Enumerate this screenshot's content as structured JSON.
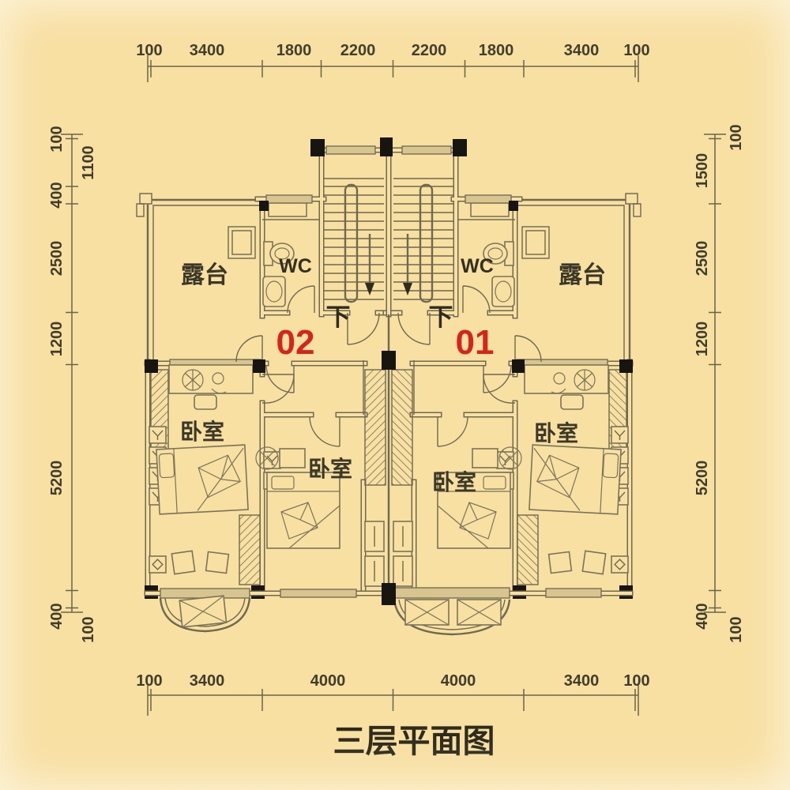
{
  "labels": {
    "title": "三层平面图",
    "terrace_left": "露台",
    "terrace_right": "露台",
    "wc_left": "WC",
    "wc_right": "WC",
    "down_left": "下",
    "down_right": "下",
    "unit_left": "02",
    "unit_right": "01",
    "bedroom_left_outer": "卧室",
    "bedroom_left_inner": "卧室",
    "bedroom_right_inner": "卧室",
    "bedroom_right_outer": "卧室"
  },
  "dimensions": {
    "top": [
      "100",
      "3400",
      "1800",
      "2200",
      "2200",
      "1800",
      "3400",
      "100"
    ],
    "bottom": [
      "100",
      "3400",
      "4000",
      "4000",
      "3400",
      "100"
    ],
    "left": [
      "100",
      "1100",
      "400",
      "2500",
      "1200",
      "5200",
      "400",
      "100"
    ],
    "right": [
      "100",
      "1500",
      "2500",
      "1200",
      "5200",
      "400",
      "100"
    ]
  },
  "colors": {
    "background": "#f8dfa2",
    "wall_line": "#6e6950",
    "window_fill": "#d8c48e",
    "column_black": "#181510",
    "dimension_text": "#403d2b",
    "room_text": "#3b3827",
    "unit_number_red": "#d3251b"
  }
}
